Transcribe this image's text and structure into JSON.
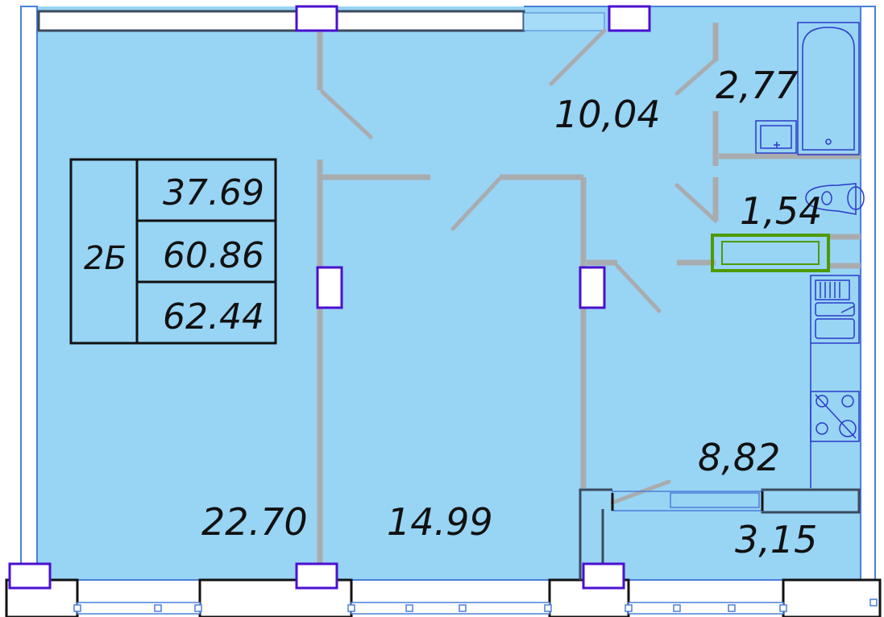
{
  "plan": {
    "colors": {
      "floor": "#98d4f4",
      "outline": "#4a7fd8",
      "wall": "#a9acaf",
      "marker_border": "#4b0fd0",
      "ventilation": "#4e9a06",
      "dark_wall": "#222222"
    },
    "summary": {
      "apartment_type": "2Б",
      "living_area": "37.69",
      "total_area": "60.86",
      "total_area_with_balcony": "62.44"
    },
    "rooms": {
      "living_room": "22.70",
      "bedroom": "14.99",
      "hallway": "10,04",
      "bathroom": "2,77",
      "toilet": "1,54",
      "kitchen": "8,82",
      "balcony": "3,15"
    }
  }
}
